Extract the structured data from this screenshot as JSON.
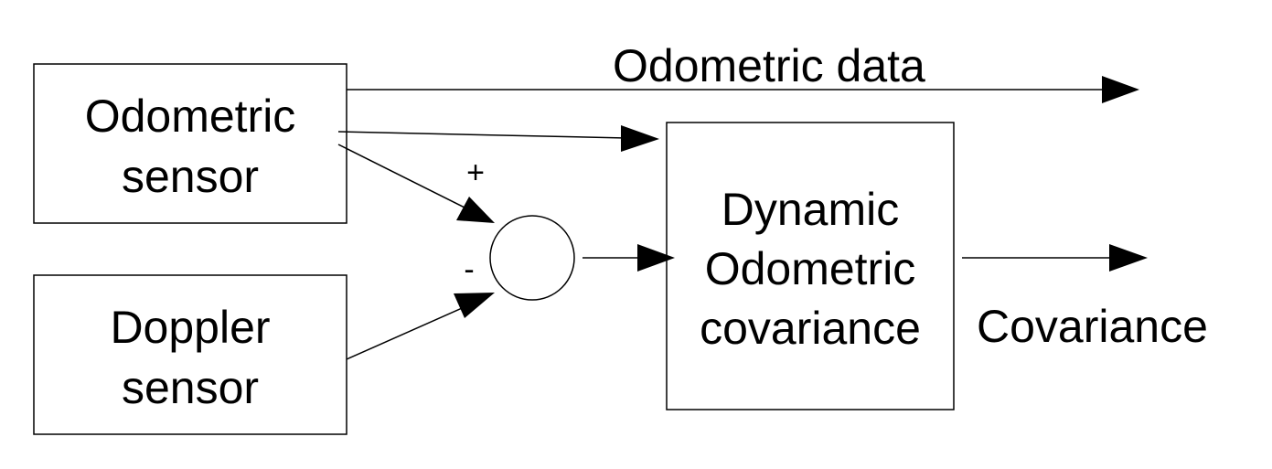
{
  "blocks": {
    "odometric_sensor": {
      "line1": "Odometric",
      "line2": "sensor"
    },
    "doppler_sensor": {
      "line1": "Doppler",
      "line2": "sensor"
    },
    "dynamic_covariance": {
      "line1": "Dynamic",
      "line2": "Odometric",
      "line3": "covariance"
    }
  },
  "signals": {
    "odometric_data": "Odometric data",
    "covariance": "Covariance"
  },
  "summing_junction": {
    "plus_sign": "+",
    "minus_sign": "-"
  }
}
